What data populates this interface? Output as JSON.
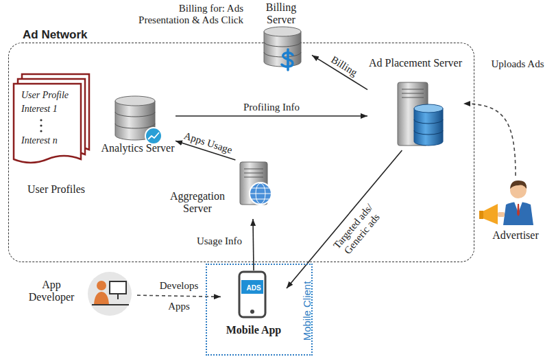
{
  "diagram": {
    "nodes": [
      {
        "text": [
          "Ad Network"
        ]
      },
      {
        "text": [
          "Billing Server"
        ]
      },
      {
        "text": [
          "User Profile",
          "Interest 1",
          "Interest n",
          "User Profiles"
        ],
        "in": 0
      },
      {
        "text": [
          "Analytics Server"
        ],
        "in": 0
      },
      {
        "text": [
          "Ad Placement Server"
        ],
        "in": 0
      },
      {
        "text": [
          "Aggregation Server"
        ],
        "in": 0
      },
      {
        "text": [
          "Advertiser"
        ]
      },
      {
        "text": [
          "App Developer"
        ]
      },
      {
        "text": [
          "Mobile Client"
        ]
      },
      {
        "text": [
          "ADS",
          "Mobile App"
        ],
        "in": 8
      }
    ],
    "edges": [
      {
        "from": 4,
        "to": 1,
        "label": "Billing",
        "arrow": "to"
      },
      {
        "from": 3,
        "to": 4,
        "label": "Profiling Info",
        "arrow": "to"
      },
      {
        "from": 5,
        "to": 3,
        "label": "Apps Usage",
        "arrow": "to"
      },
      {
        "from": 9,
        "to": 5,
        "label": "Usage Info",
        "arrow": "to"
      },
      {
        "from": 4,
        "to": 9,
        "label": "Targeted ads/ Generic ads",
        "arrow": "to"
      },
      {
        "from": 6,
        "to": 4,
        "label": "Uploads Ads",
        "arrow": "to"
      },
      {
        "from": 7,
        "to": 9,
        "label": "Develops Apps",
        "arrow": "to"
      }
    ],
    "labels": [
      "Billing for: Ads Presentation & Ads Click"
    ]
  }
}
